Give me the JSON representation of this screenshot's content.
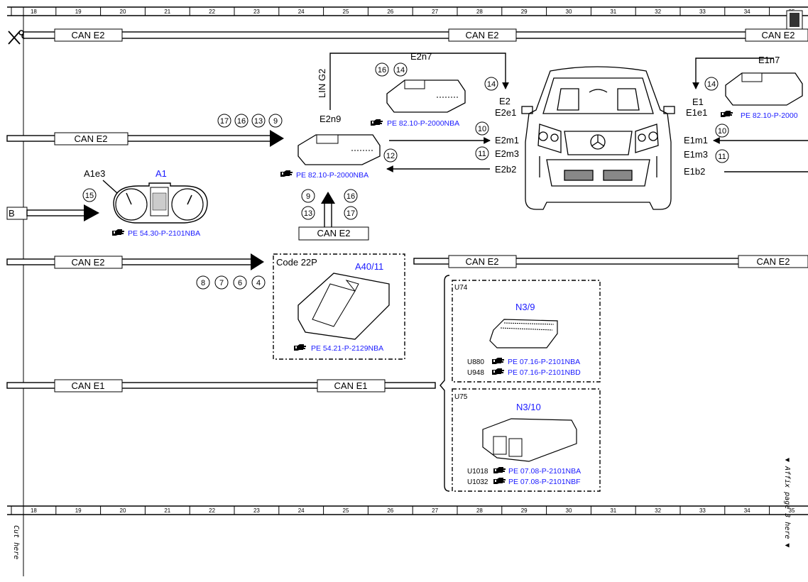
{
  "ruler": {
    "columns": [
      "18",
      "19",
      "20",
      "21",
      "22",
      "23",
      "24",
      "25",
      "26",
      "27",
      "28",
      "29",
      "30",
      "31",
      "32",
      "33",
      "34",
      "35"
    ]
  },
  "margin": {
    "cut_here": "Cut here",
    "affix": "▼ Affix page 3 here ▼"
  },
  "buses": {
    "can_e2": "CAN E2",
    "can_e1": "CAN E1",
    "b": "B",
    "lin_g2": "LIN G2"
  },
  "modules": {
    "e2n9": "E2n9",
    "e2n7": "E2n7",
    "e1n7": "E1n7",
    "a1": "A1",
    "a1e3": "A1e3",
    "code22p": "Code 22P",
    "a40_11": "A40/11",
    "n3_9": "N3/9",
    "n3_10": "N3/10",
    "u74": "U74",
    "u75": "U75"
  },
  "pins_left": {
    "e2": "E2",
    "e2e1": "E2e1",
    "e2m1": "E2m1",
    "e2m3": "E2m3",
    "e2b2": "E2b2"
  },
  "pins_right": {
    "e1": "E1",
    "e1e1": "E1e1",
    "e1m1": "E1m1",
    "e1m3": "E1m3",
    "e1b2": "E1b2"
  },
  "refs": {
    "e2n9": "PE 82.10-P-2000NBA",
    "e2n7": "PE 82.10-P-2000NBA",
    "e1n7": "PE 82.10-P-2000",
    "a1": "PE 54.30-P-2101NBA",
    "a40_11": "PE 54.21-P-2129NBA",
    "n3_9_u880_code": "U880",
    "n3_9_u880": "PE 07.16-P-2101NBA",
    "n3_9_u948_code": "U948",
    "n3_9_u948": "PE 07.16-P-2101NBD",
    "n3_10_u1018_code": "U1018",
    "n3_10_u1018": "PE 07.08-P-2101NBA",
    "n3_10_u1032_code": "U1032",
    "n3_10_u1032": "PE 07.08-P-2101NBF"
  },
  "circles": {
    "c17": "17",
    "c16": "16",
    "c13": "13",
    "c9": "9",
    "c15": "15",
    "c8": "8",
    "c7": "7",
    "c6": "6",
    "c4": "4",
    "c14": "14",
    "c10": "10",
    "c11": "11",
    "c12": "12"
  },
  "icons": {
    "scissors": "scissors-icon",
    "pointer": "pointing-hand-icon"
  }
}
